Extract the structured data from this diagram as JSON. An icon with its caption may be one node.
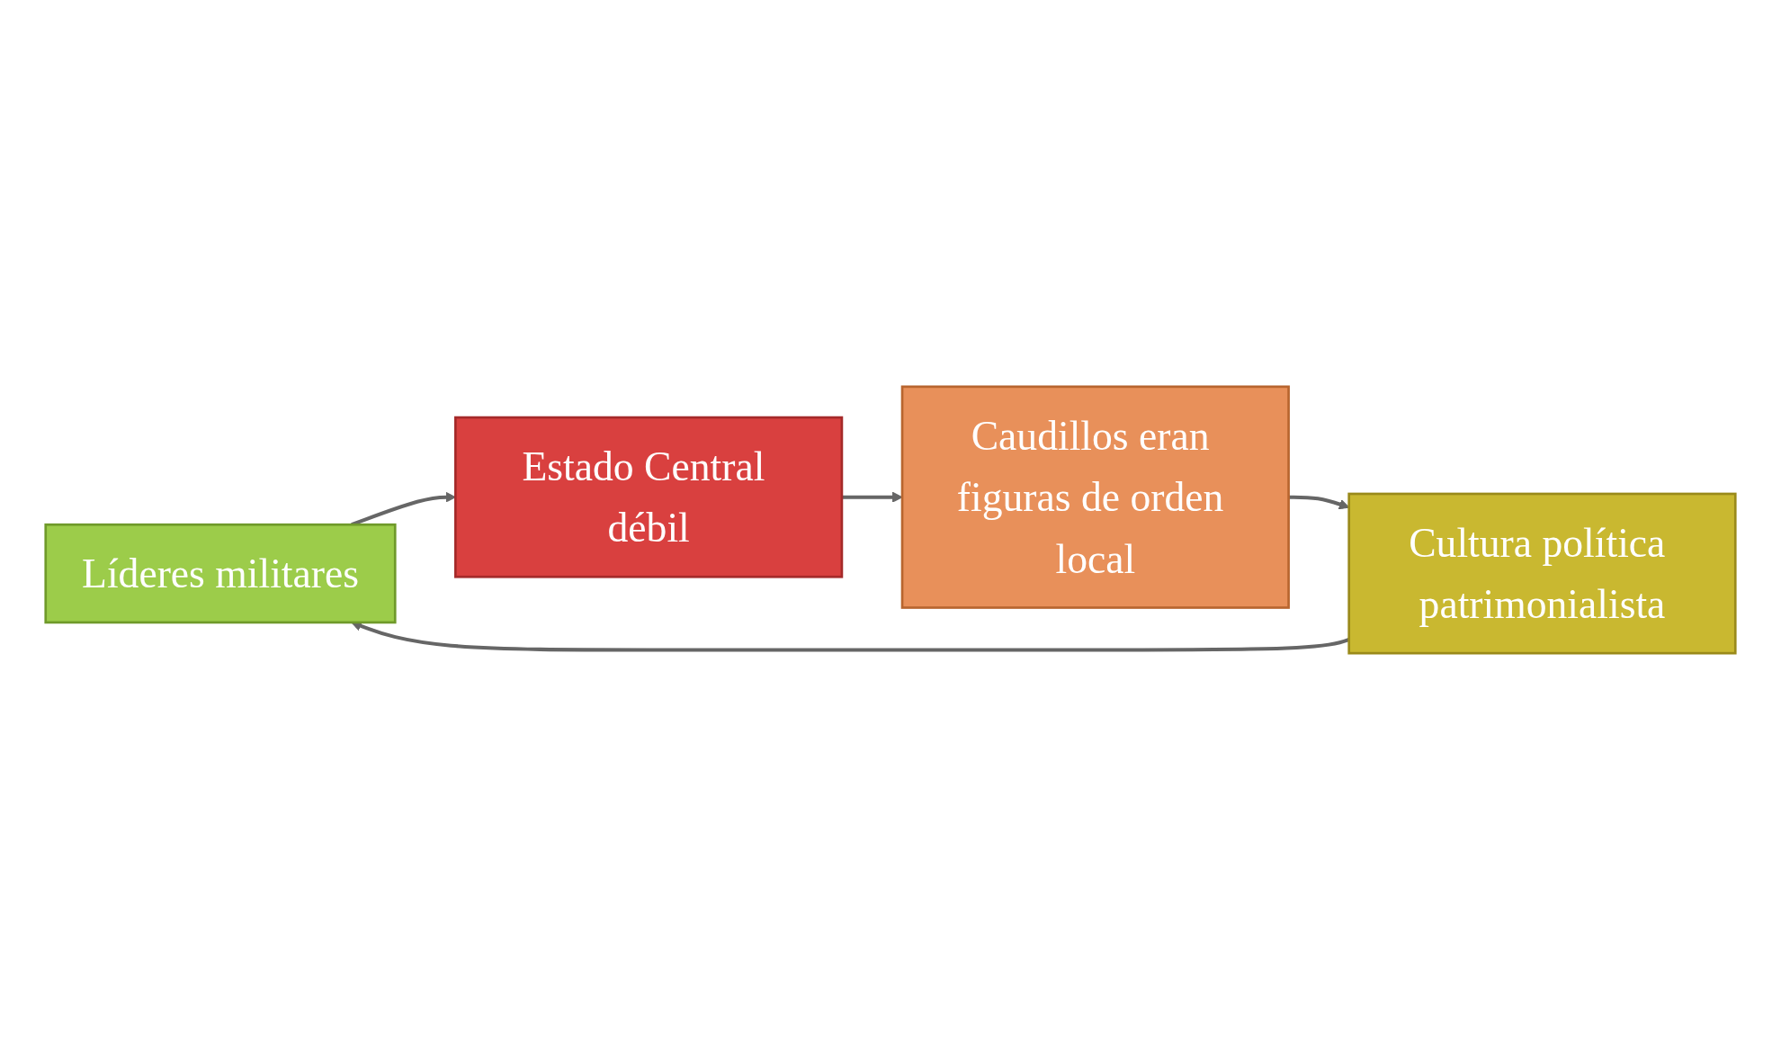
{
  "diagram": {
    "nodes": [
      {
        "text": [
          "Líderes militares"
        ]
      },
      {
        "text": [
          "Estado Central débil"
        ]
      },
      {
        "text": [
          "Cultura política patrimonialista"
        ]
      },
      {
        "text": [
          "Caudillos eran figuras de orden local"
        ]
      }
    ],
    "edges": [
      {
        "from": 0,
        "to": 1,
        "arrow": "to"
      },
      {
        "from": 1,
        "to": 3,
        "arrow": "to"
      },
      {
        "from": 3,
        "to": 2,
        "arrow": "to"
      },
      {
        "from": 2,
        "to": 0,
        "arrow": "to"
      }
    ]
  }
}
